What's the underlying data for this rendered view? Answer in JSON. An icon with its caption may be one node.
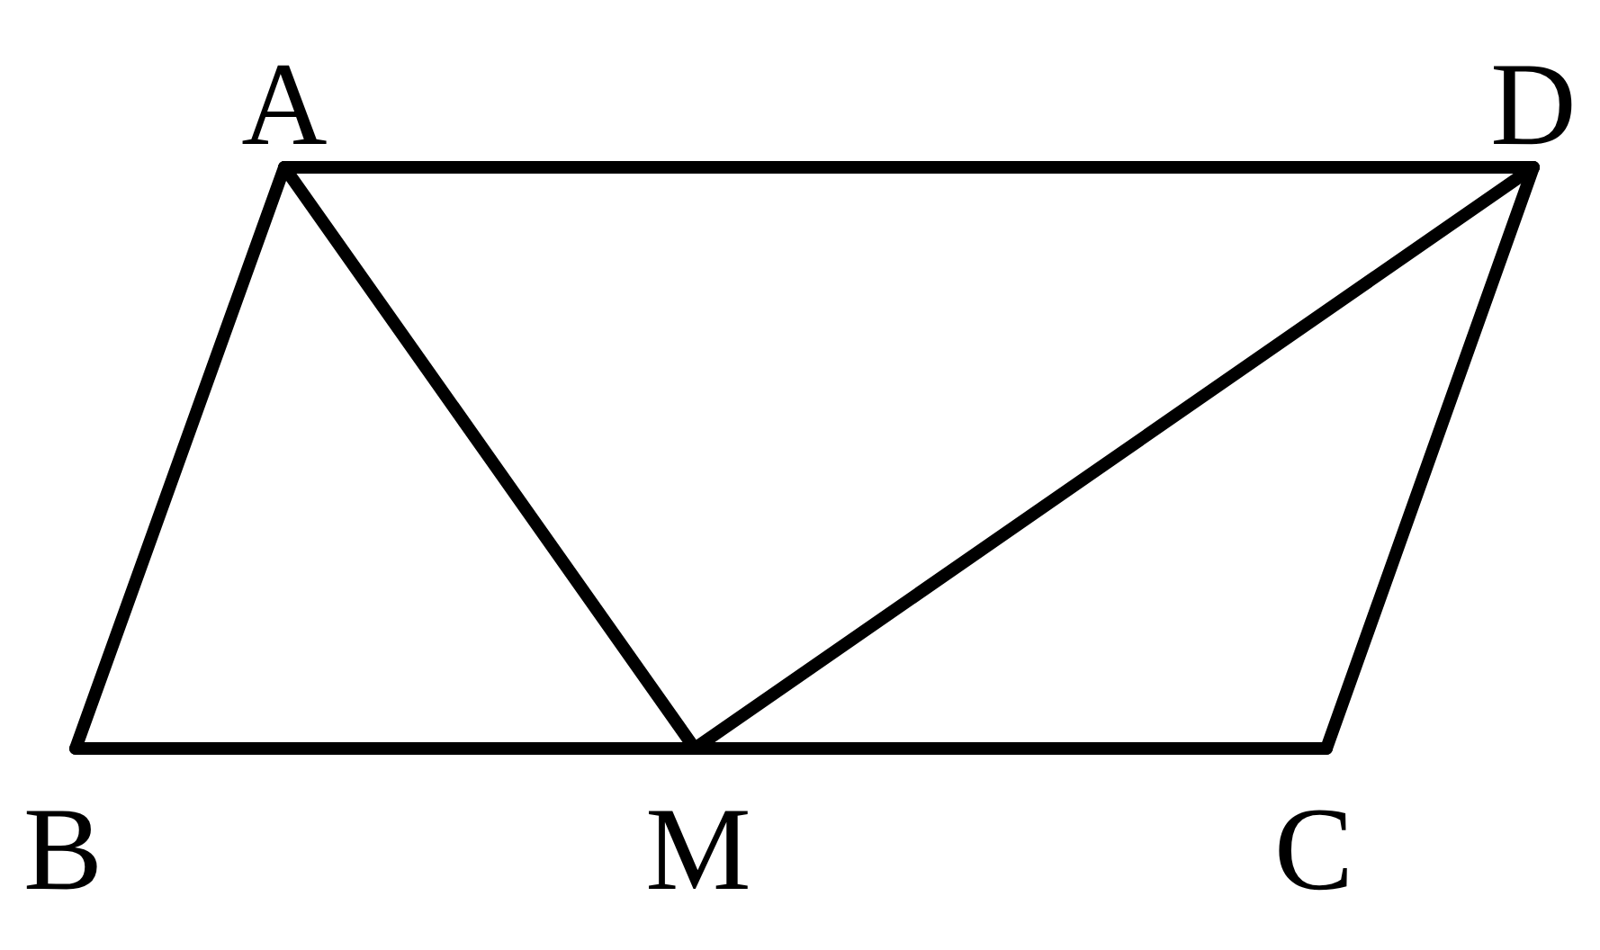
{
  "diagram": {
    "nodes": [
      {
        "text": [
          "A"
        ]
      },
      {
        "text": [
          "D"
        ]
      },
      {
        "text": [
          "B"
        ]
      },
      {
        "text": [
          "M"
        ]
      },
      {
        "text": [
          "C"
        ]
      }
    ],
    "edges": [
      {
        "from": 0,
        "to": 1,
        "arrow": "none"
      },
      {
        "from": 0,
        "to": 2,
        "arrow": "none"
      },
      {
        "from": 0,
        "to": 3,
        "arrow": "none"
      },
      {
        "from": 3,
        "to": 1,
        "arrow": "none"
      },
      {
        "from": 1,
        "to": 4,
        "arrow": "none"
      },
      {
        "from": 2,
        "to": 3,
        "arrow": "none"
      },
      {
        "from": 3,
        "to": 4,
        "arrow": "none"
      }
    ]
  }
}
